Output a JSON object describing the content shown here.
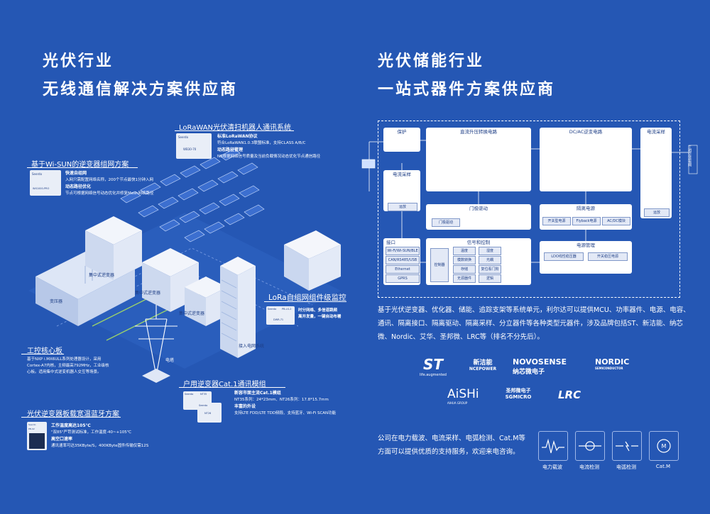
{
  "left": {
    "title_line1": "光伏行业",
    "title_line2": "无线通信解决方案供应商",
    "callouts": {
      "lorawan": {
        "title": "LoRaWAN光伏清扫机器人通讯系统",
        "module_brand": "Seerdo",
        "module_model": "WB30-70",
        "lines": [
          {
            "head": "标准LoRaWAN协议",
            "text": "符合LoRaWAN1.0.3联盟标准，支持CLASS A/B/C"
          },
          {
            "head": "动态路径管理",
            "text": "NS根据网络信号质量及当前负载情况动态优化节点通信路径"
          }
        ]
      },
      "wisun": {
        "title": "基于Wi-SUN的逆变器组网方案",
        "module_brand": "Seerdo",
        "module_model": "WX1000-PRO",
        "lines": [
          {
            "head": "快速自组网",
            "text": "入网只需配置网络名称，200个节点最快1分钟入网"
          },
          {
            "head": "动态路径优化",
            "text": "节点可根据网络信号动态优化并修复Mesh网络路径"
          }
        ]
      },
      "lora_monitor": {
        "title": "LoRa自组网组件级监控",
        "module_brand": "Seerdo",
        "module_model": "PB-LS-2",
        "module_sub": "DWR-71",
        "lines": [
          {
            "text": "时分网络、多信道跳频"
          },
          {
            "text": "离并发量，一键自动布署"
          }
        ]
      },
      "core_board": {
        "title": "工控核心板",
        "text": "基于NXP i.MX6ULL系列处理器设计，采用Cortex-A7内核，主频最高792MHz，工业级核心板。适用集中式逆变机器人交互等场景。"
      },
      "bluetooth": {
        "title": "光伏逆变器板载宽温蓝牙方案",
        "module_brand": "Seerdo",
        "module_model": "PB-02",
        "lines": [
          {
            "head": "工作温度高达105℃",
            "text": "\"双85\"严苛测试标准，工作温度-40~+105℃"
          },
          {
            "head": "高空口速率",
            "text": "通讯速率可达35KByte/S，400KByte固件传输仅需12S"
          }
        ]
      },
      "cat1": {
        "title": "户用逆变器Cat.1通讯模组",
        "module_brand": "Seerdo",
        "modules": [
          "NT35",
          "NT26"
        ],
        "lines": [
          {
            "head": "新容市面主流Cat.1模组",
            "text": "NT35系列：24*23mm、NT26系列：17.8*15.7mm"
          },
          {
            "head": "丰富的外设",
            "text": "支持LTE FDD/LTE TDD频段、支持蓝牙、Wi-Fi SCAN功能"
          }
        ]
      }
    },
    "building_labels": {
      "substation": "变压器",
      "inverter_a": "集中式逆变器",
      "inverter_b": "集中式逆变器",
      "inverter_c": "集中式逆变器",
      "tower": "电塔",
      "grid": "接入电网系统"
    }
  },
  "right": {
    "title_line1": "光伏储能行业",
    "title_line2": "一站式器件方案供应商",
    "diagram": {
      "protect": "保护",
      "dcdc": "直流升压转换电路",
      "dcac": "DC/AC逆变电路",
      "current_sample_right": "电流采样",
      "current_sample_left": "电流采样",
      "amp": "运放",
      "amp_right": "运放",
      "gate_drive": "门极驱动",
      "gate_driver_tag": "门极驱动",
      "iso_power": "隔离电源",
      "iso_tags": [
        "开关型电源",
        "Flyback电源",
        "AC/DC模块"
      ],
      "power_mgmt": "电源管理",
      "power_tags": [
        "LDO线性稳压器",
        "开关稳压电源"
      ],
      "interface": "接口",
      "if_tags": [
        "Wi-Fi/Wi-SUN/BLE",
        "CAN/RS485/USB",
        "Ethernet",
        "GPRS"
      ],
      "signal_ctrl": "信号和控制",
      "controller": "控制器",
      "sig_tags": [
        "温度",
        "湿度",
        "模数转换",
        "光耦",
        "存储",
        "复位看门狗",
        "无源器件",
        "逻辑"
      ],
      "grid_label": "三相交流电网"
    },
    "description": "基于光伏逆变器、优化器、储能、追踪支架等系统单元，利尔达可以提供MCU、功率器件、电源、电容、通讯、隔离接口、隔离驱动、隔离采样、分立器件等各种类型元器件，涉及品牌包括ST、新洁能、纳芯微、Nordic、艾华、圣邦微、LRC等（排名不分先后）。",
    "logos": [
      {
        "name": "ST",
        "sub": "life.augmented"
      },
      {
        "name": "新洁能",
        "sub": "NCEPOWER"
      },
      {
        "name": "NOVOSENSE",
        "sub": "纳芯微电子"
      },
      {
        "name": "NORDIC",
        "sub": "SEMICONDUCTOR"
      },
      {
        "name": "AiSHi",
        "sub": "AIHUA GROUP"
      },
      {
        "name": "圣邦微电子",
        "sub": "SGMICRO"
      },
      {
        "name": "LRC",
        "sub": ""
      }
    ],
    "support_text": "公司在电力载波、电流采样、电弧检测、Cat.M等方面可以提供优质的支持服务，欢迎来电咨询。",
    "services": [
      {
        "label": "电力载波",
        "icon": "waveform-icon"
      },
      {
        "label": "电流检测",
        "icon": "current-sense-icon"
      },
      {
        "label": "电弧检测",
        "icon": "arc-icon"
      },
      {
        "label": "Cat.M",
        "icon": "catm-icon"
      }
    ]
  },
  "colors": {
    "background": "#2557b4",
    "accent_light": "#e9eef7",
    "dark_blue": "#1f3f86"
  }
}
